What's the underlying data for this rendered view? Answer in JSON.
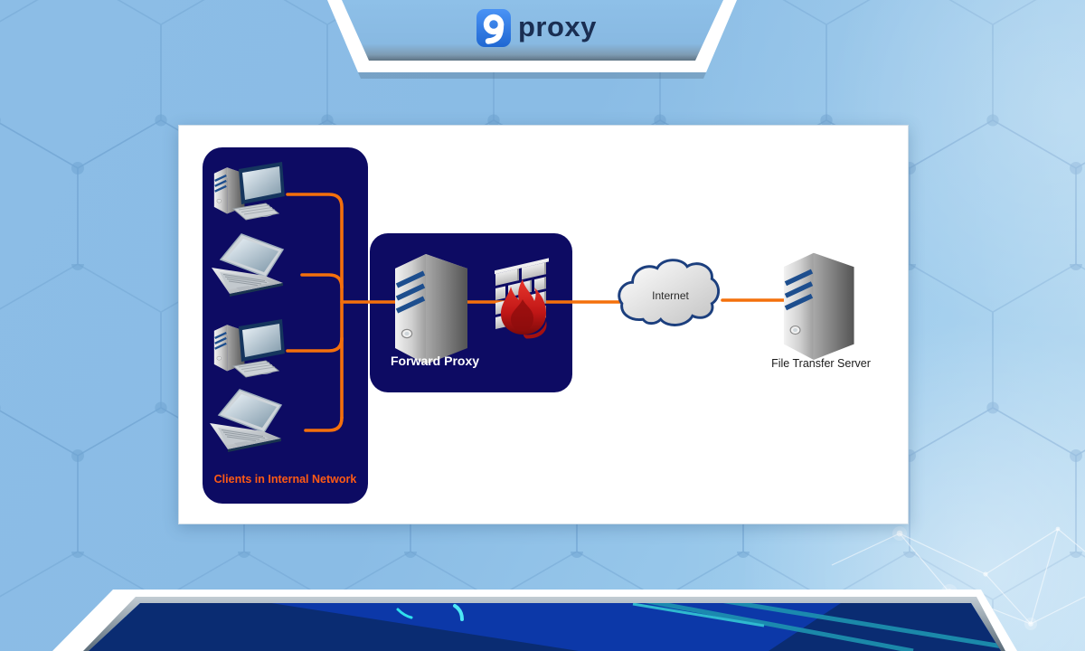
{
  "brand": {
    "wordmark": "proxy",
    "icon_glyph": "9"
  },
  "diagram": {
    "clients_box": {
      "label": "Clients in Internal Network",
      "clients": [
        "desktop",
        "laptop",
        "desktop",
        "laptop"
      ]
    },
    "proxy_box": {
      "label": "Forward Proxy"
    },
    "internet_cloud": {
      "label": "Internet"
    },
    "file_server": {
      "label": "File Transfer Server"
    }
  },
  "colors": {
    "background_blue": "#8abce5",
    "panel_navy": "#0d0b63",
    "connection_orange": "#f4700c",
    "clients_label_orange": "#ff5a14",
    "logo_blue": "#2f7de8",
    "wordmark_navy": "#1a2e52",
    "footer_royal_blue": "#0c38a8",
    "footer_navy": "#0a2d74",
    "footer_teal": "#1d93b0",
    "firewall_red": "#b81414",
    "server_stripe_blue": "#1d4e8e"
  }
}
